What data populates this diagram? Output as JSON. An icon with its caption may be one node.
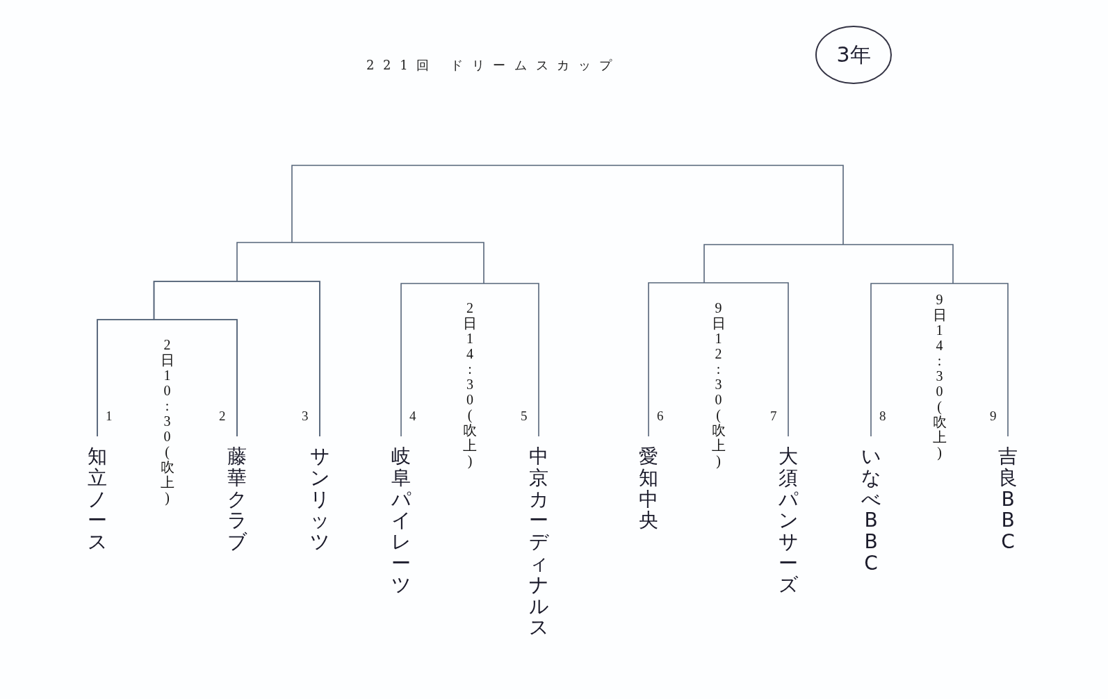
{
  "diagram": {
    "title": "221回 ドリームスカップ",
    "nodes": [
      {
        "text": [
          "知立ノース"
        ],
        "beside": [
          "1"
        ]
      },
      {
        "text": [
          "藤華クラブ"
        ],
        "beside": [
          "2"
        ]
      },
      {
        "text": [
          "サンリッツ"
        ],
        "beside": [
          "3"
        ]
      },
      {
        "text": [
          "岐阜パイレーツ"
        ],
        "beside": [
          "4"
        ]
      },
      {
        "text": [
          "中京カーディナルス"
        ],
        "beside": [
          "5"
        ]
      },
      {
        "text": [
          "愛知中央"
        ],
        "beside": [
          "6"
        ]
      },
      {
        "text": [
          "大須パンサーズ"
        ],
        "beside": [
          "7"
        ]
      },
      {
        "text": [
          "いなべBBC"
        ],
        "beside": [
          "8"
        ]
      },
      {
        "text": [
          "吉良BBC"
        ],
        "beside": [
          "9"
        ]
      },
      {
        "text": [
          "3年"
        ]
      }
    ],
    "edges": [
      {
        "from": 0,
        "to": 1,
        "arrow": "none",
        "label": "2日10:30(吹上)"
      },
      {
        "from": 3,
        "to": 4,
        "arrow": "none",
        "label": "2日14:30(吹上)"
      },
      {
        "from": 5,
        "to": 6,
        "arrow": "none",
        "label": "9日12:30(吹上)"
      },
      {
        "from": 7,
        "to": 8,
        "arrow": "none",
        "label": "9日14:30(吹上)"
      },
      {
        "from": 2,
        "to": 0,
        "arrow": "none"
      },
      {
        "from": 2,
        "to": 1,
        "arrow": "none"
      }
    ]
  }
}
